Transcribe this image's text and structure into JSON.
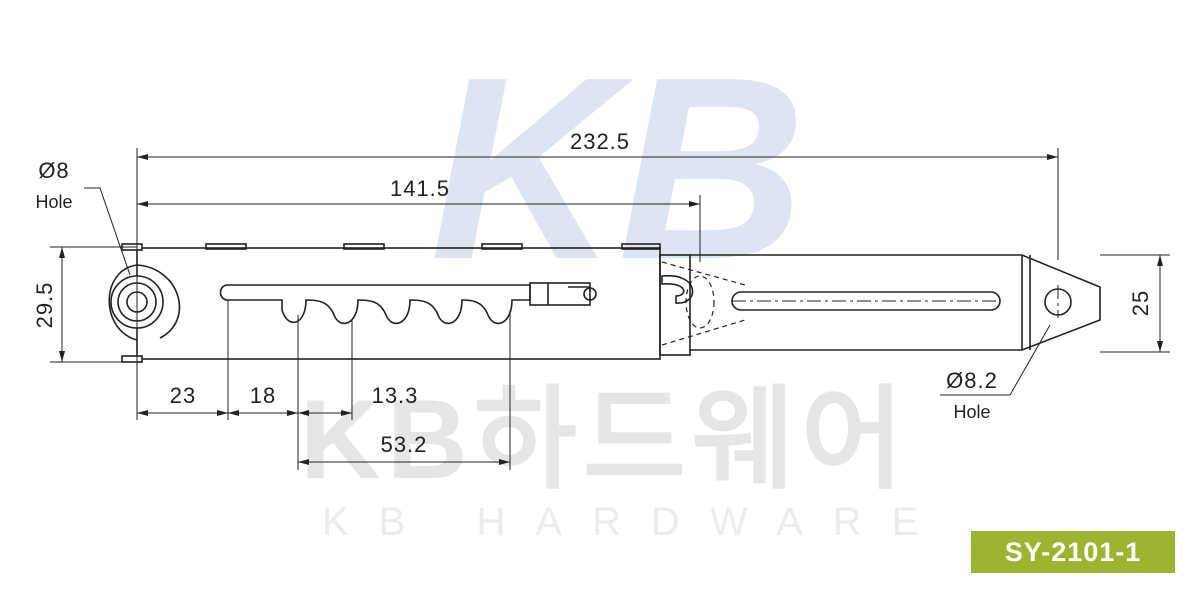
{
  "watermark": {
    "logo": "KB",
    "korean": "KB하드웨어",
    "english": "KB HARDWARE"
  },
  "dimensions": {
    "overall_length": "232.5",
    "inner_length": "141.5",
    "height_left": "29.5",
    "height_right": "25",
    "seg_first": "23",
    "seg_second": "18",
    "notch_pitch": "13.3",
    "notch_span": "53.2"
  },
  "holes": {
    "left_diameter": "Ø8",
    "left_label": "Hole",
    "right_diameter": "Ø8.2",
    "right_label": "Hole"
  },
  "model": "SY-2101-1",
  "colors": {
    "badge": "#9ab52f",
    "line": "#222222",
    "watermark_logo": "#dde5f2"
  }
}
